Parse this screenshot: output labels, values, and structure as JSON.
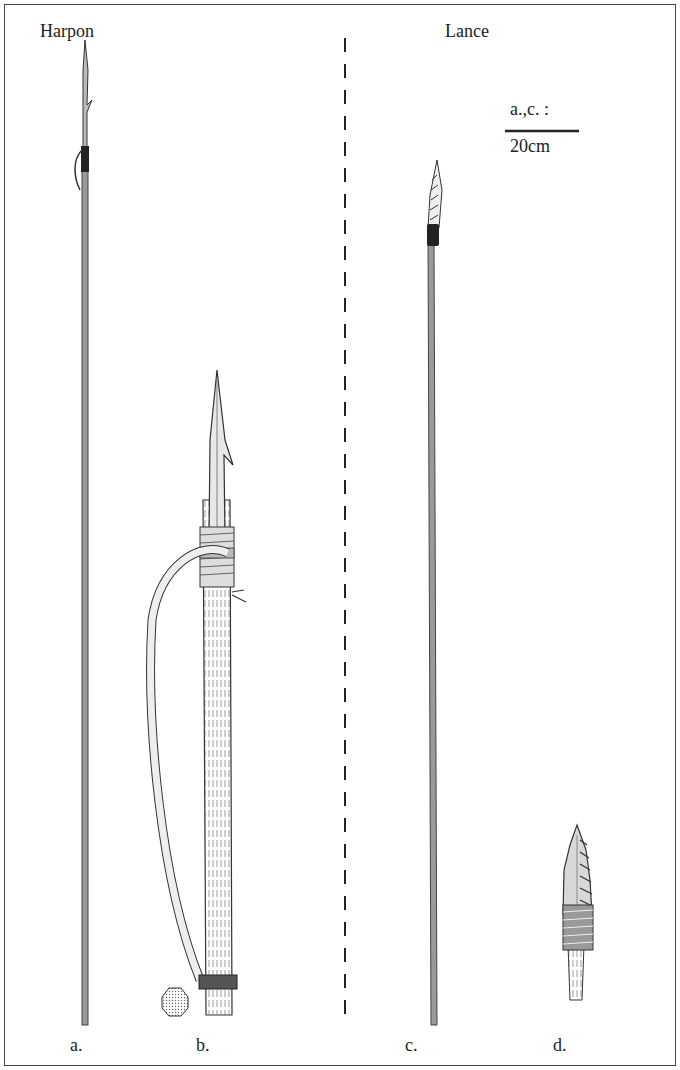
{
  "diagram": {
    "labels": [
      "Harpon",
      "Lance",
      "a.,c. :",
      "20cm",
      "a.",
      "b.",
      "c.",
      "d."
    ]
  }
}
